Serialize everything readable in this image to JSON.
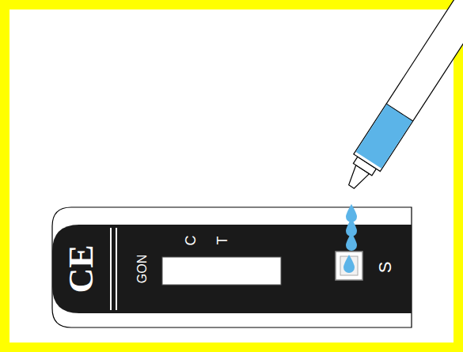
{
  "diagram": {
    "labels": [
      "CE",
      "GON",
      "C",
      "T",
      "S"
    ]
  }
}
